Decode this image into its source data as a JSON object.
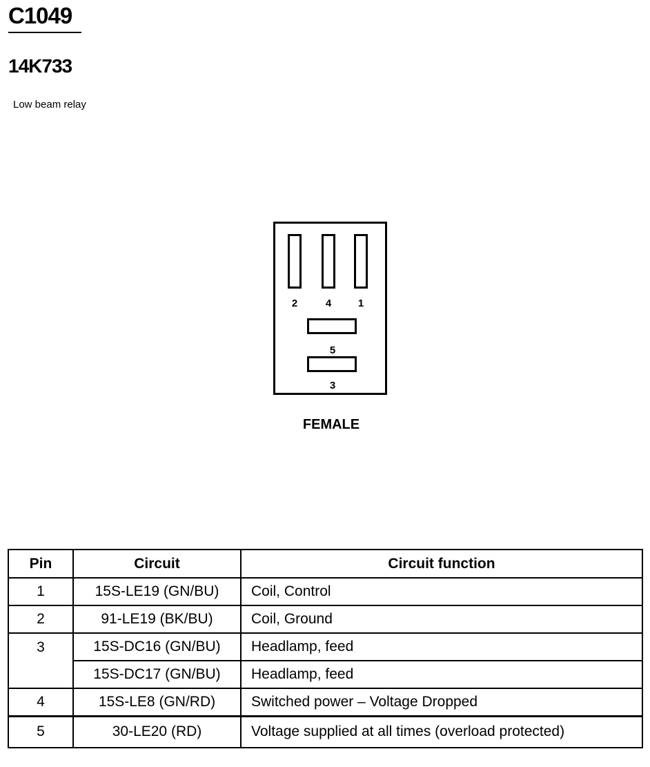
{
  "header": {
    "connector_id": "C1049",
    "part_number": "14K733",
    "description": "Low beam relay"
  },
  "connector": {
    "gender": "FEMALE",
    "pin_labels": [
      "2",
      "4",
      "1",
      "5",
      "3"
    ]
  },
  "table": {
    "columns": [
      "Pin",
      "Circuit",
      "Circuit function"
    ],
    "rows": [
      {
        "pin": "1",
        "circuit": "15S-LE19 (GN/BU)",
        "function": "Coil, Control"
      },
      {
        "pin": "2",
        "circuit": "91-LE19 (BK/BU)",
        "function": "Coil, Ground"
      },
      {
        "pin": "3",
        "circuit": "15S-DC16 (GN/BU)",
        "function": "Headlamp, feed"
      },
      {
        "pin": "",
        "circuit": "15S-DC17 (GN/BU)",
        "function": "Headlamp, feed"
      },
      {
        "pin": "4",
        "circuit": "15S-LE8 (GN/RD)",
        "function": "Switched power – Voltage Dropped"
      },
      {
        "pin": "5",
        "circuit": "30-LE20 (RD)",
        "function": "Voltage supplied at all times (overload protected)"
      }
    ]
  }
}
